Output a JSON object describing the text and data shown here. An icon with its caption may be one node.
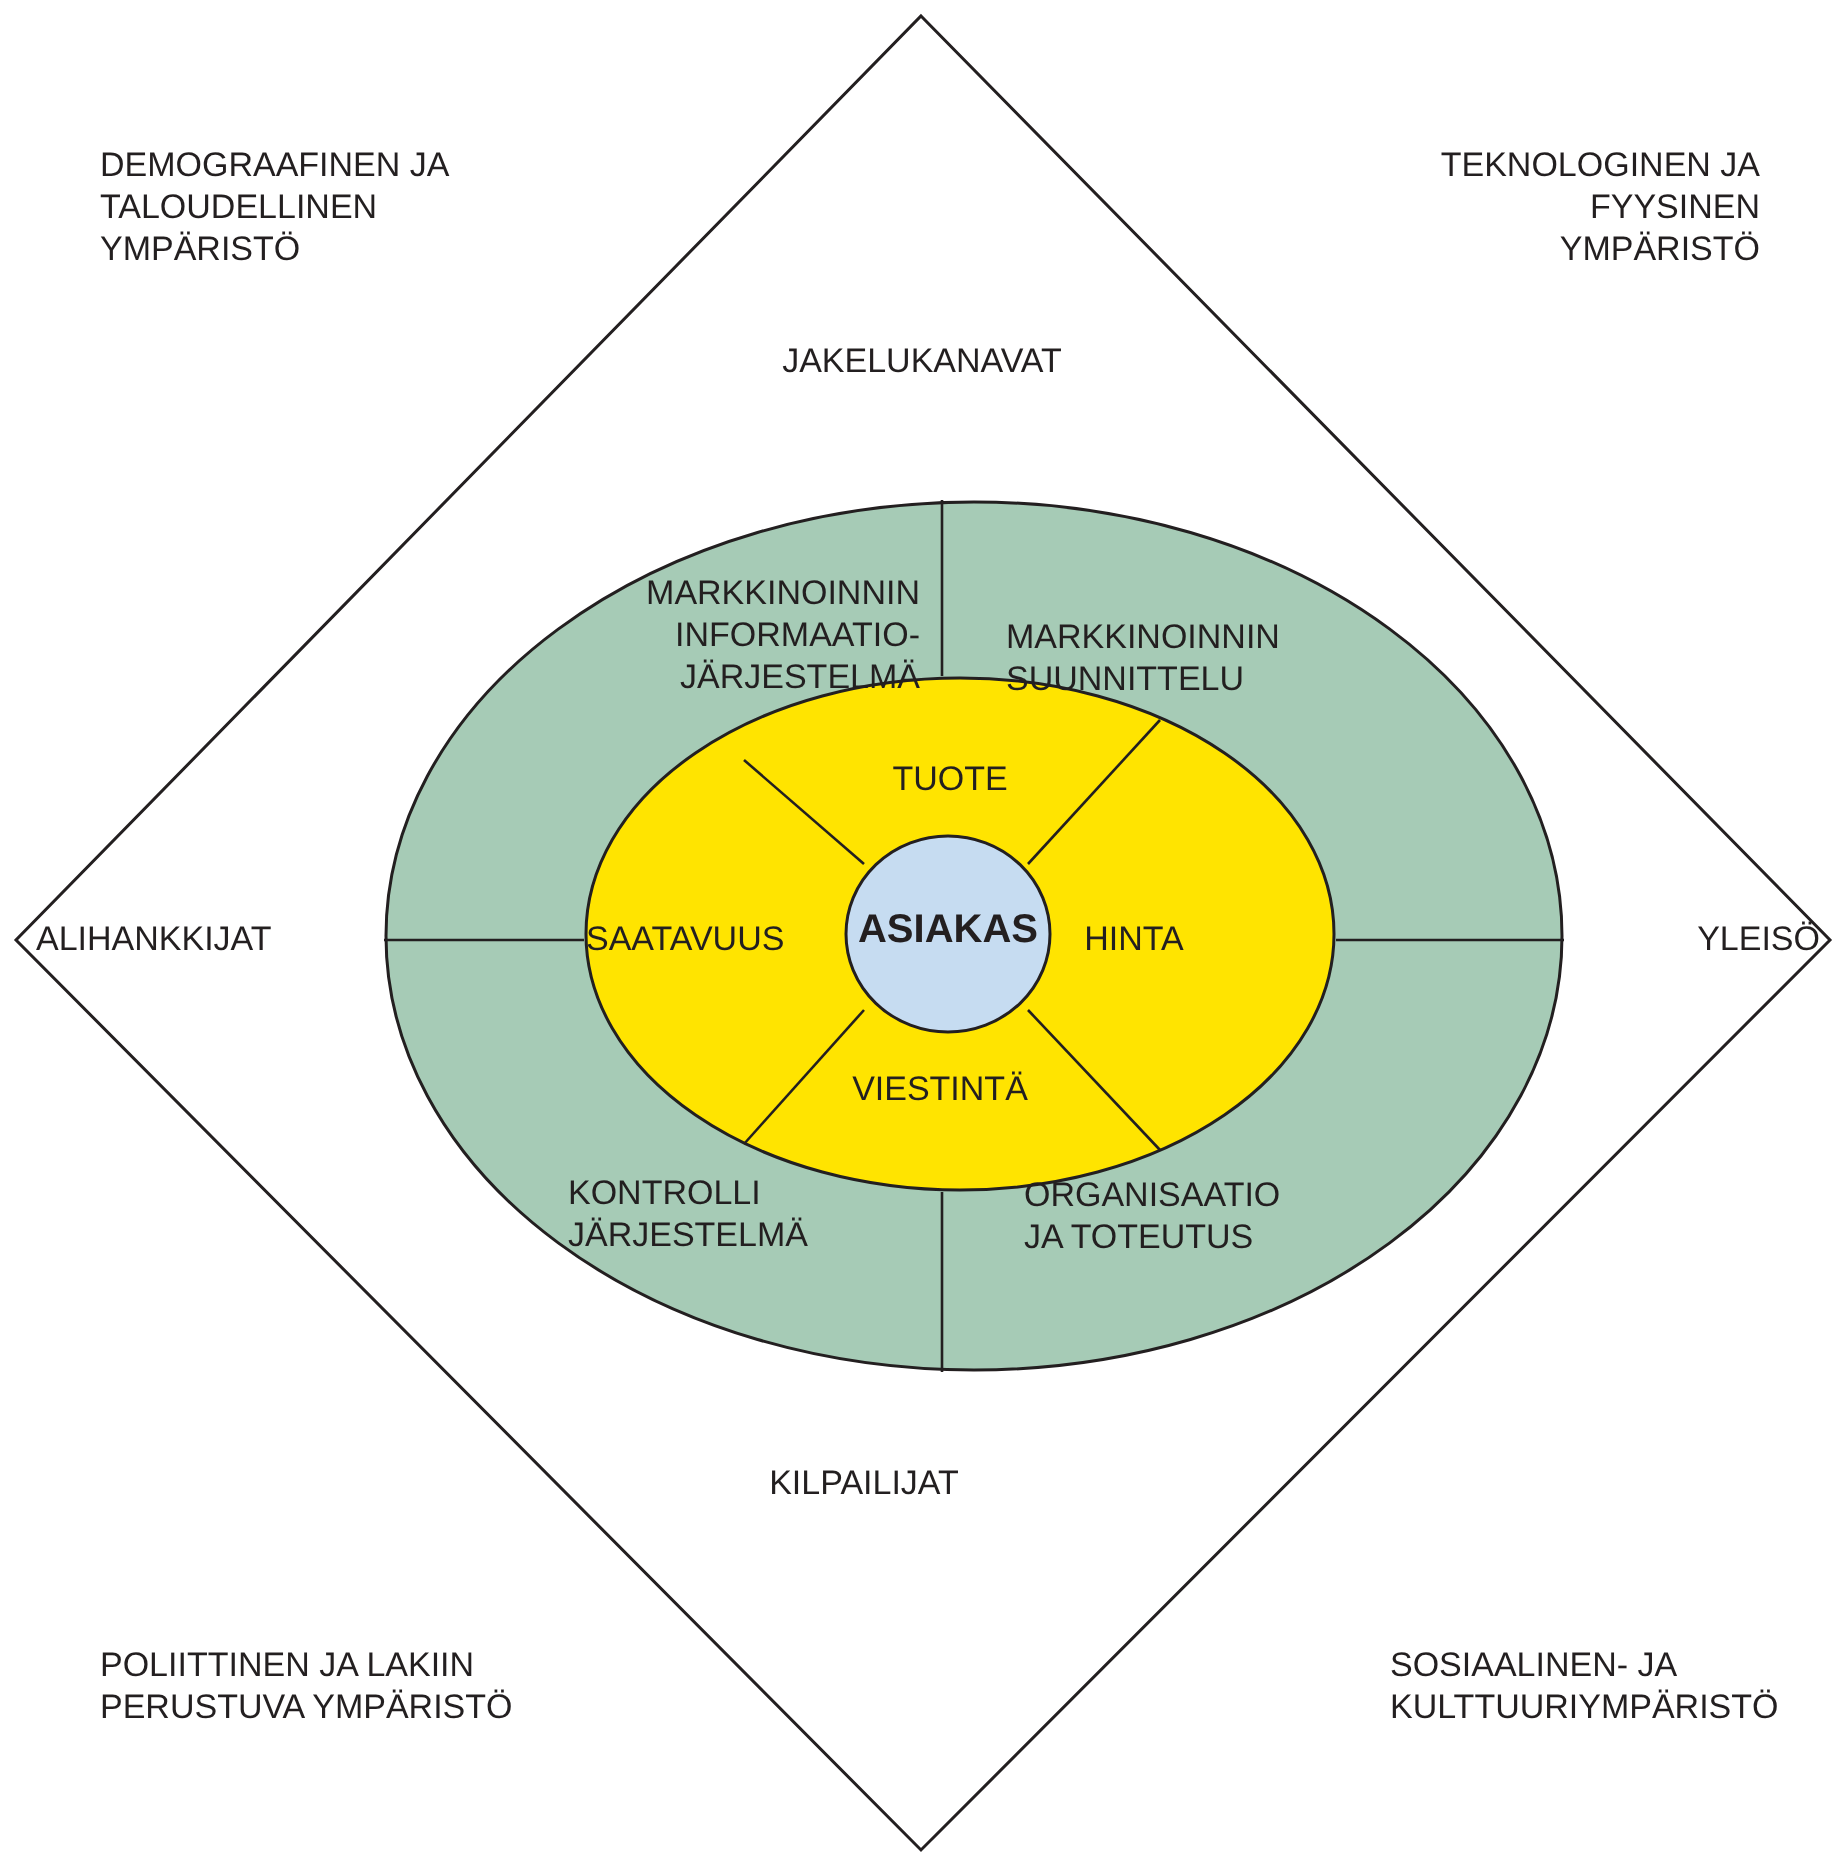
{
  "diagram": {
    "nodes": [
      {
        "text": [
          "JAKELUKANAVAT",
          "ALIHANKKIJAT",
          "YLEISÖ",
          "KILPAILIJAT"
        ]
      },
      {
        "text": [
          "MARKKINOINNIN INFORMAATIO- JÄRJESTELMÄ",
          "MARKKINOINNIN SUUNNITTELU",
          "KONTROLLI JÄRJESTELMÄ",
          "ORGANISAATIO JA TOTEUTUS"
        ],
        "in": 0
      },
      {
        "text": [
          "TUOTE",
          "SAATAVUUS",
          "HINTA",
          "VIESTINTÄ"
        ],
        "in": 1
      },
      {
        "text": [
          "ASIAKAS"
        ],
        "in": 2
      }
    ],
    "labels": [
      "DEMOGRAAFINEN JA TALOUDELLINEN YMPÄRISTÖ",
      "TEKNOLOGINEN JA FYYSINEN YMPÄRISTÖ",
      "POLIITTINEN JA LAKIIN PERUSTUVA YMPÄRISTÖ",
      "SOSIAALINEN- JA KULTTUURIYMPÄRISTÖ"
    ]
  }
}
